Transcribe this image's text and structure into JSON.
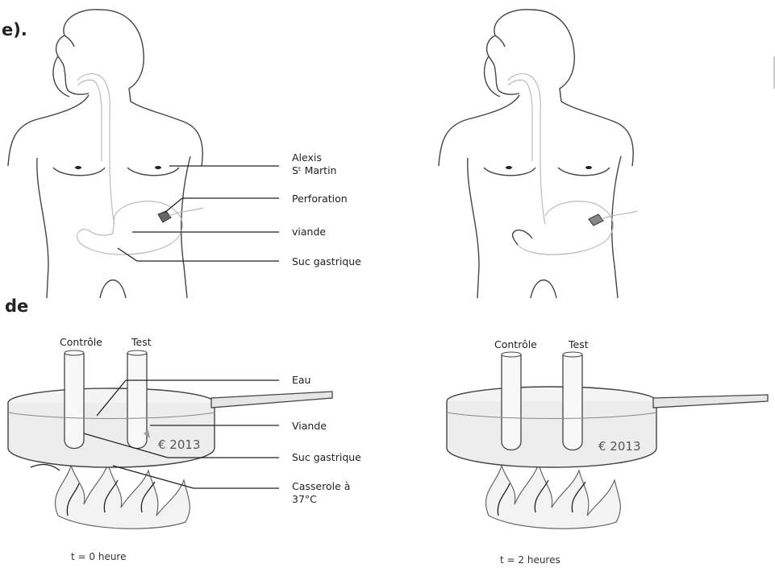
{
  "fragments": {
    "top_left": "e).",
    "mid_left": "de"
  },
  "top_labels": {
    "alexis": "Alexis",
    "st_martin": "Sᵗ Martin",
    "perforation": "Perforation",
    "viande": "viande",
    "suc": "Suc gastrique"
  },
  "bottom_labels": {
    "controle": "Contrôle",
    "test": "Test",
    "eau": "Eau",
    "viande": "Viande",
    "suc": "Suc gastrique",
    "casserole": "Casserole à",
    "temp": "37°C"
  },
  "copyright": "€ 2013",
  "time_left": "t = 0 heure",
  "time_right": "t = 2 heures"
}
